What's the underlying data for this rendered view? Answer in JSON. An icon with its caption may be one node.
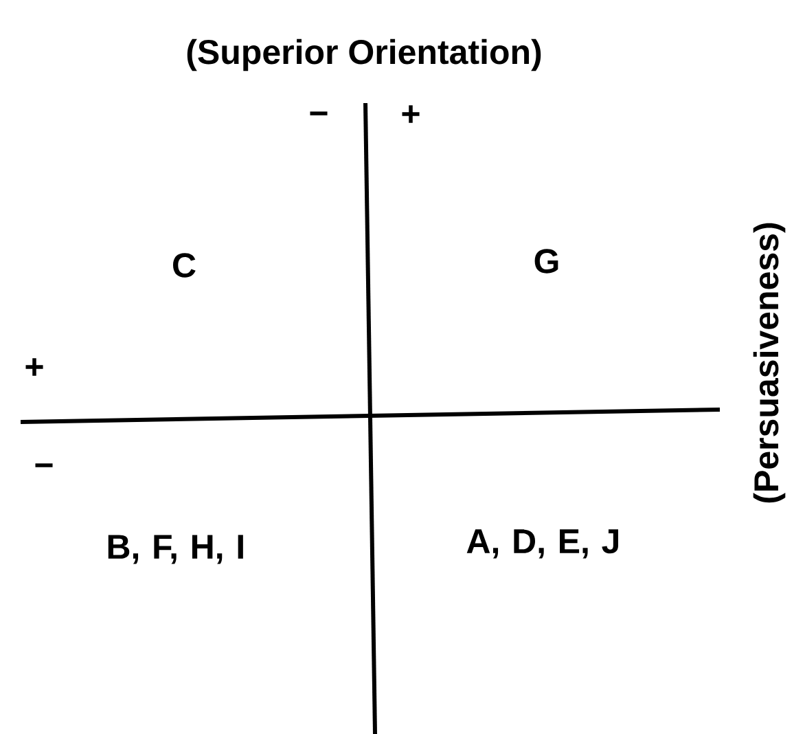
{
  "diagram": {
    "labels": [
      "(Superior Orientation)",
      "−",
      "+",
      "C",
      "G",
      "+",
      "−",
      "B, F, H, I",
      "A, D, E, J",
      "(Persuasiveness)"
    ]
  }
}
